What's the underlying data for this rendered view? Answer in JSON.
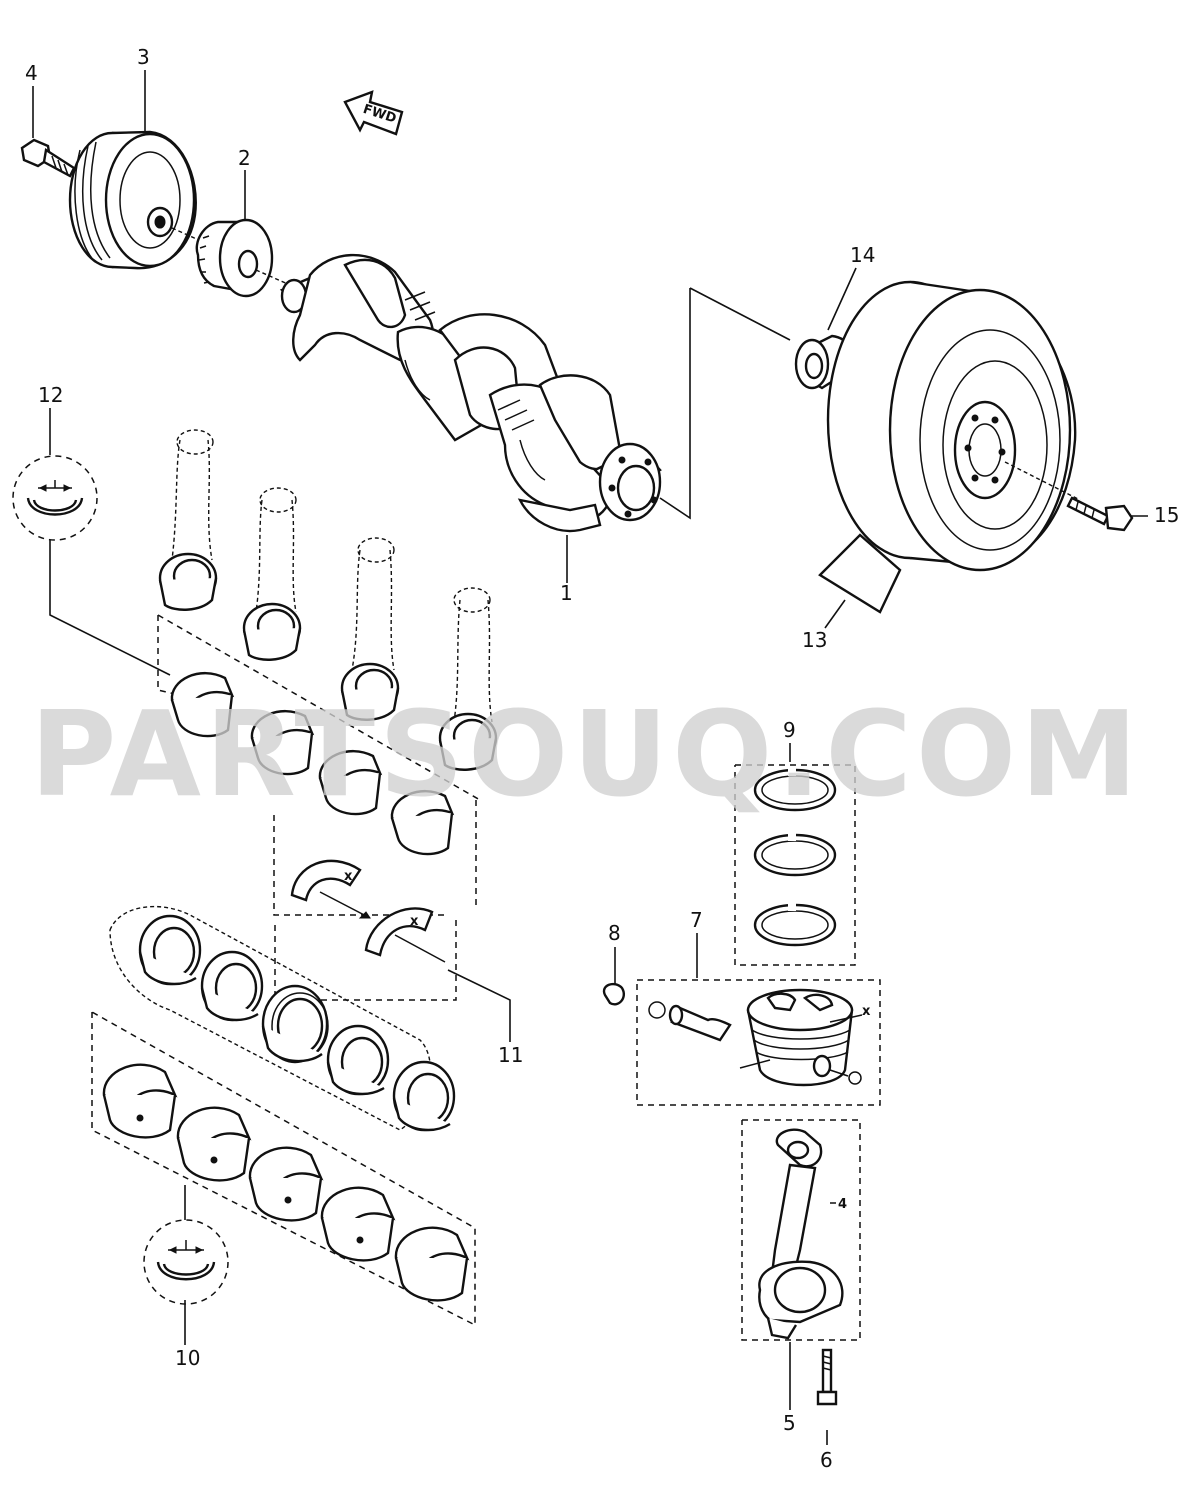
{
  "watermark": "PARTSOUQ.COM",
  "fwd_label": "FWD",
  "callouts": {
    "c1": "1",
    "c2": "2",
    "c3": "3",
    "c4": "4",
    "c5": "5",
    "c6": "6",
    "c7": "7",
    "c8": "8",
    "c9": "9",
    "c10": "10",
    "c11": "11",
    "c12": "12",
    "c13": "13",
    "c14": "14",
    "c15": "15"
  },
  "marks": {
    "piston_x": "x",
    "rod_mark": "4"
  }
}
